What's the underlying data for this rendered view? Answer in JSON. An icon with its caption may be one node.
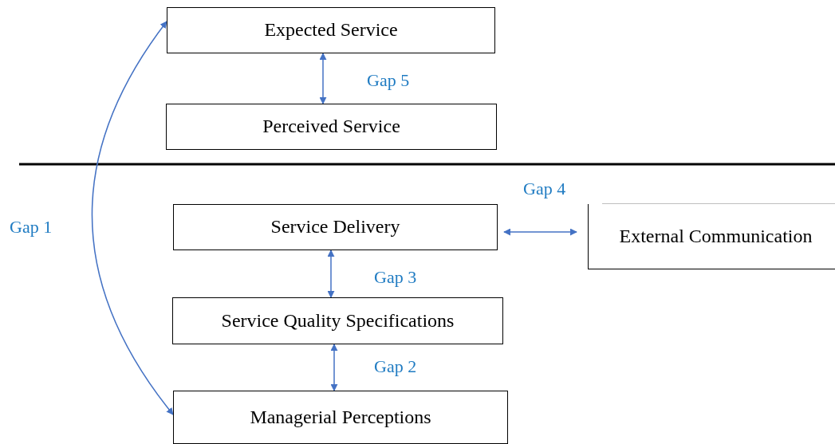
{
  "diagram": {
    "nodes": [
      {
        "text": [
          "Expected Service"
        ]
      },
      {
        "text": [
          "Perceived Service"
        ]
      },
      {
        "text": [
          "Service Delivery"
        ]
      },
      {
        "text": [
          "External Communication"
        ]
      },
      {
        "text": [
          "Service Quality Specifications"
        ]
      },
      {
        "text": [
          "Managerial Perceptions"
        ]
      }
    ],
    "edges": [
      {
        "from": 0,
        "to": 5,
        "arrow": "both",
        "label": "Gap 1"
      },
      {
        "from": 0,
        "to": 1,
        "arrow": "both",
        "label": "Gap 5"
      },
      {
        "from": 2,
        "to": 3,
        "arrow": "both",
        "label": "Gap 4"
      },
      {
        "from": 2,
        "to": 4,
        "arrow": "both",
        "label": "Gap 3"
      },
      {
        "from": 4,
        "to": 5,
        "arrow": "both",
        "label": "Gap 2"
      }
    ]
  }
}
